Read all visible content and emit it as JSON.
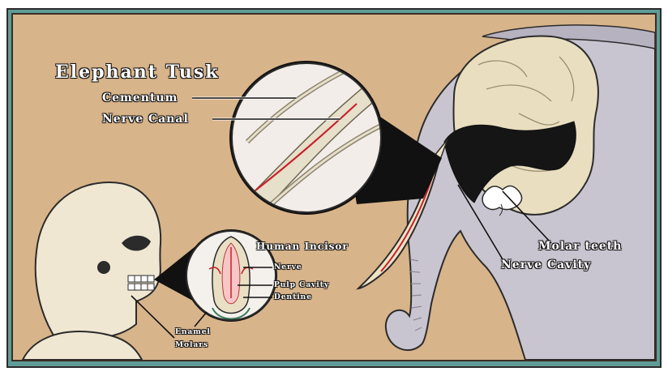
{
  "title": "Elephant Tusk",
  "tusk_labels": {
    "cementum": "Cementum",
    "nerve_canal": "Nerve Canal"
  },
  "human": {
    "title": "Human Incisor",
    "nerve": "Nerve",
    "pulp_cavity": "Pulp Cavity",
    "dentine": "Dentine",
    "enamel": "Enamel",
    "molars": "Molars"
  },
  "elephant": {
    "molar_teeth": "Molar teeth",
    "nerve_cavity": "Nerve Cavity"
  },
  "colors": {
    "frame": "#5f9c98",
    "background": "#d8b48a",
    "skin": "#c9c5d0",
    "bone": "#e9dfc0",
    "nerve": "#c8202a"
  }
}
